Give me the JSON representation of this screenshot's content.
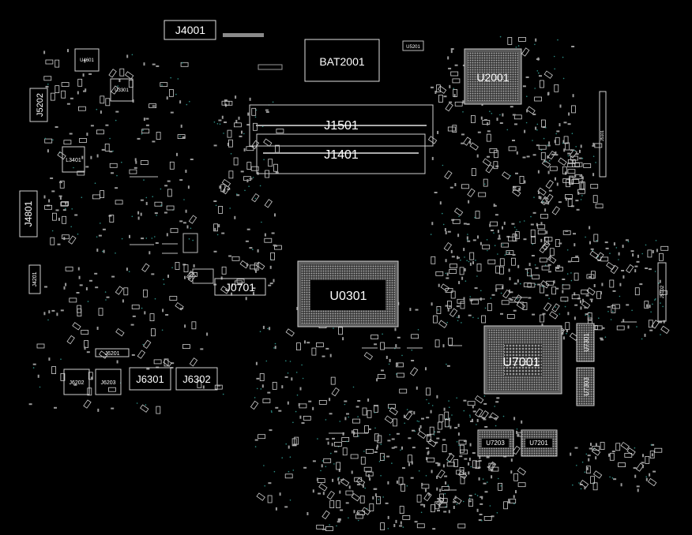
{
  "background_color": "#000000",
  "outline_color": "#d0d0d0",
  "silk_color": "#ffffff",
  "pad_color": "#9a9a9a",
  "via_color": "#2c8f86",
  "labels": {
    "J4001": "J4001",
    "BAT2001": "BAT2001",
    "U2001": "U2001",
    "J1501": "J1501",
    "J1401": "J1401",
    "U0301": "U0301",
    "J0701": "J0701",
    "U7001": "U7001",
    "U7301": "U7301",
    "U7303": "U7303",
    "U7203": "U7203",
    "U7201": "U7201",
    "J5202": "J5202",
    "J4801": "J4801",
    "J4201": "J4201",
    "L3401": "L3401",
    "U4601": "U4601",
    "U3301": "U3301",
    "U5201": "U5201",
    "J6201": "J6201",
    "J6202": "J6202",
    "J6203": "J6203",
    "J6301": "J6301",
    "J6302": "J6302",
    "J5102": "J5102",
    "J5101": "J5101"
  }
}
